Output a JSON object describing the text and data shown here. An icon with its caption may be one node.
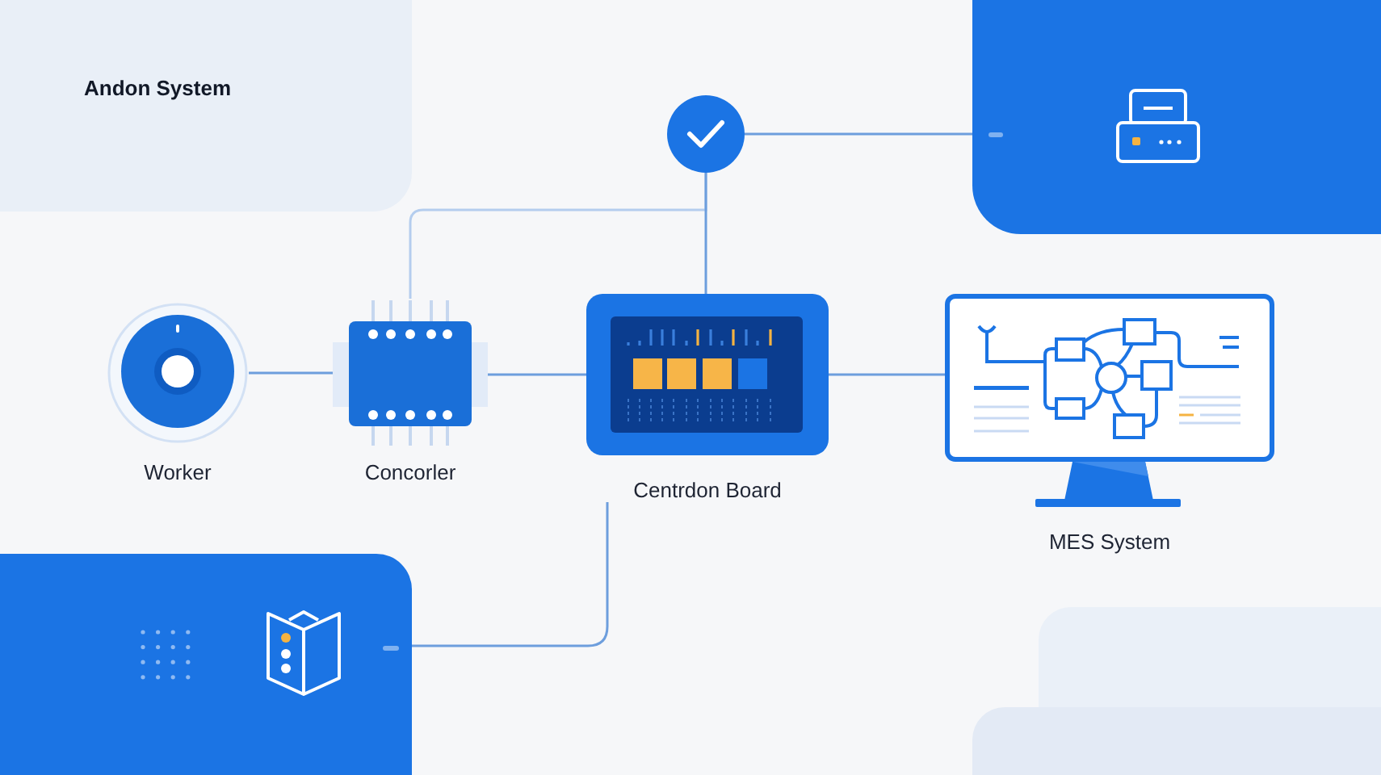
{
  "diagram": {
    "title": "Andon System",
    "nodes": [
      {
        "text": [],
        "shape": "circle"
      },
      {
        "text": [],
        "shape": "box"
      },
      {
        "text": [
          "Worker"
        ]
      },
      {
        "text": [
          "Concorler"
        ]
      },
      {
        "text": [
          "Centrdon Board"
        ]
      },
      {
        "text": [
          "MES System"
        ]
      },
      {
        "text": [],
        "shape": "box"
      }
    ],
    "edges": [
      {
        "from": 0,
        "to": 1,
        "arrow": "none"
      },
      {
        "from": 0,
        "to": 3,
        "arrow": "none",
        "color": "#b4cdee"
      },
      {
        "from": 0,
        "to": 4,
        "arrow": "none"
      },
      {
        "from": 2,
        "to": 3,
        "arrow": "none"
      },
      {
        "from": 3,
        "to": 4,
        "arrow": "none"
      },
      {
        "from": 4,
        "to": 5,
        "arrow": "none"
      },
      {
        "from": 4,
        "to": 6,
        "arrow": "none"
      }
    ]
  }
}
